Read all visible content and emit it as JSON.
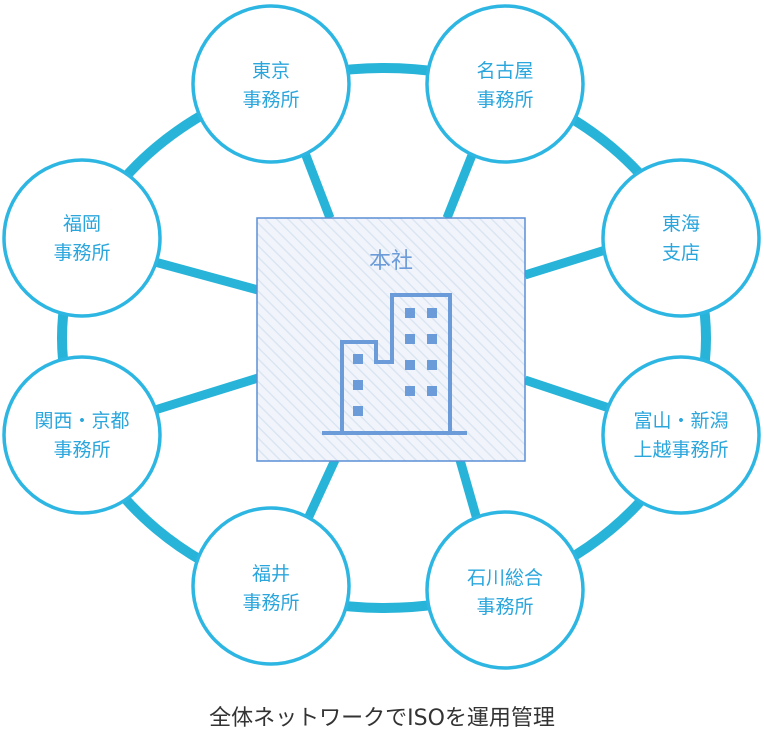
{
  "headquarters": {
    "label": "本社"
  },
  "offices": [
    {
      "lines": [
        "東京",
        "事務所"
      ]
    },
    {
      "lines": [
        "名古屋",
        "事務所"
      ]
    },
    {
      "lines": [
        "東海",
        "支店"
      ]
    },
    {
      "lines": [
        "富山・新潟",
        "上越事務所"
      ]
    },
    {
      "lines": [
        "石川総合",
        "事務所"
      ]
    },
    {
      "lines": [
        "福井",
        "事務所"
      ]
    },
    {
      "lines": [
        "関西・京都",
        "事務所"
      ]
    },
    {
      "lines": [
        "福岡",
        "事務所"
      ]
    }
  ],
  "caption": "全体ネットワークでISOを運用管理",
  "colors": {
    "ring": "#27b4d8",
    "node_border": "#2eb6e3",
    "node_text": "#2aa6dc",
    "hq_border": "#5b8fd6",
    "hq_fill": "#eef3fa",
    "building": "#6b9bd8"
  },
  "icons": {
    "headquarters": "office-building-icon"
  }
}
